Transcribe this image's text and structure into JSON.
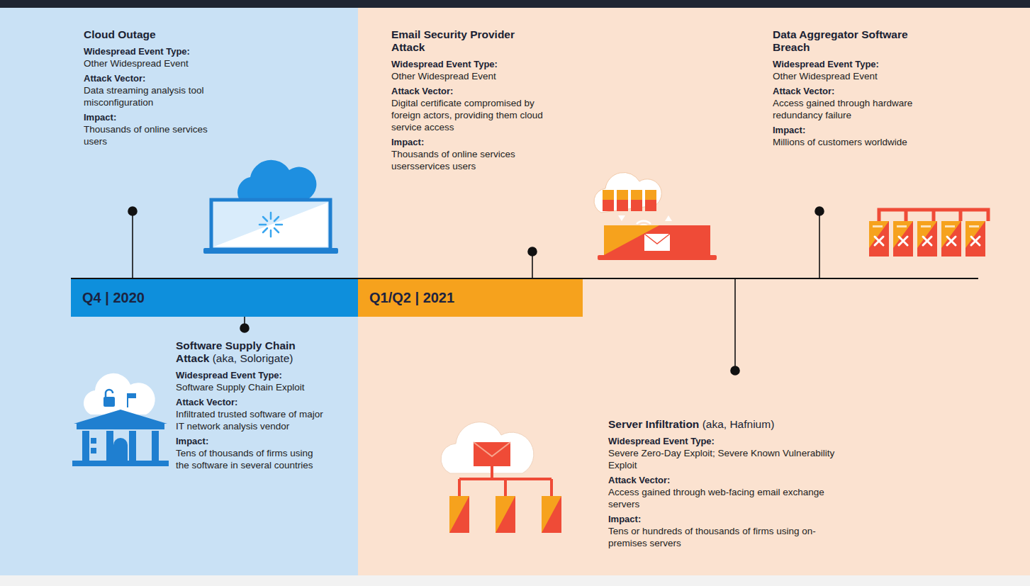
{
  "diagram": {
    "nodes": [
      {
        "text": [
          "Q4 | 2020"
        ]
      },
      {
        "text": [
          "Q1/Q2 | 2021"
        ]
      }
    ],
    "labels": [
      "Cloud Outage",
      "Widespread Event Type:",
      "Other Widespread Event",
      "Attack Vector:",
      "Data streaming analysis tool misconfiguration",
      "Impact:",
      "Thousands of online services users",
      "Email Security Provider Attack",
      "Widespread Event Type:",
      "Other Widespread Event",
      "Attack Vector:",
      "Digital certificate compromised by foreign actors, providing them cloud service access",
      "Impact:",
      "Thousands of online services usersservices users",
      "Data Aggregator Software Breach",
      "Widespread Event Type:",
      "Other Widespread Event",
      "Attack Vector:",
      "Access gained through hardware redundancy failure",
      "Impact:",
      "Millions of customers worldwide",
      "Software Supply Chain Attack",
      "(aka, Solorigate)",
      "Widespread Event Type:",
      "Software Supply Chain Exploit",
      "Attack Vector:",
      "Infiltrated trusted software of major IT network analysis vendor",
      "Impact:",
      "Tens of thousands of firms using the software in several countries",
      "Server Infiltration",
      "(aka, Hafnium)",
      "Widespread Event Type:",
      "Severe Zero-Day Exploit; Severe Known Vulnerability Exploit",
      "Attack Vector:",
      "Access gained through web-facing email exchange servers",
      "Impact:",
      "Tens or hundreds of thousands of firms using on-premises servers"
    ]
  }
}
